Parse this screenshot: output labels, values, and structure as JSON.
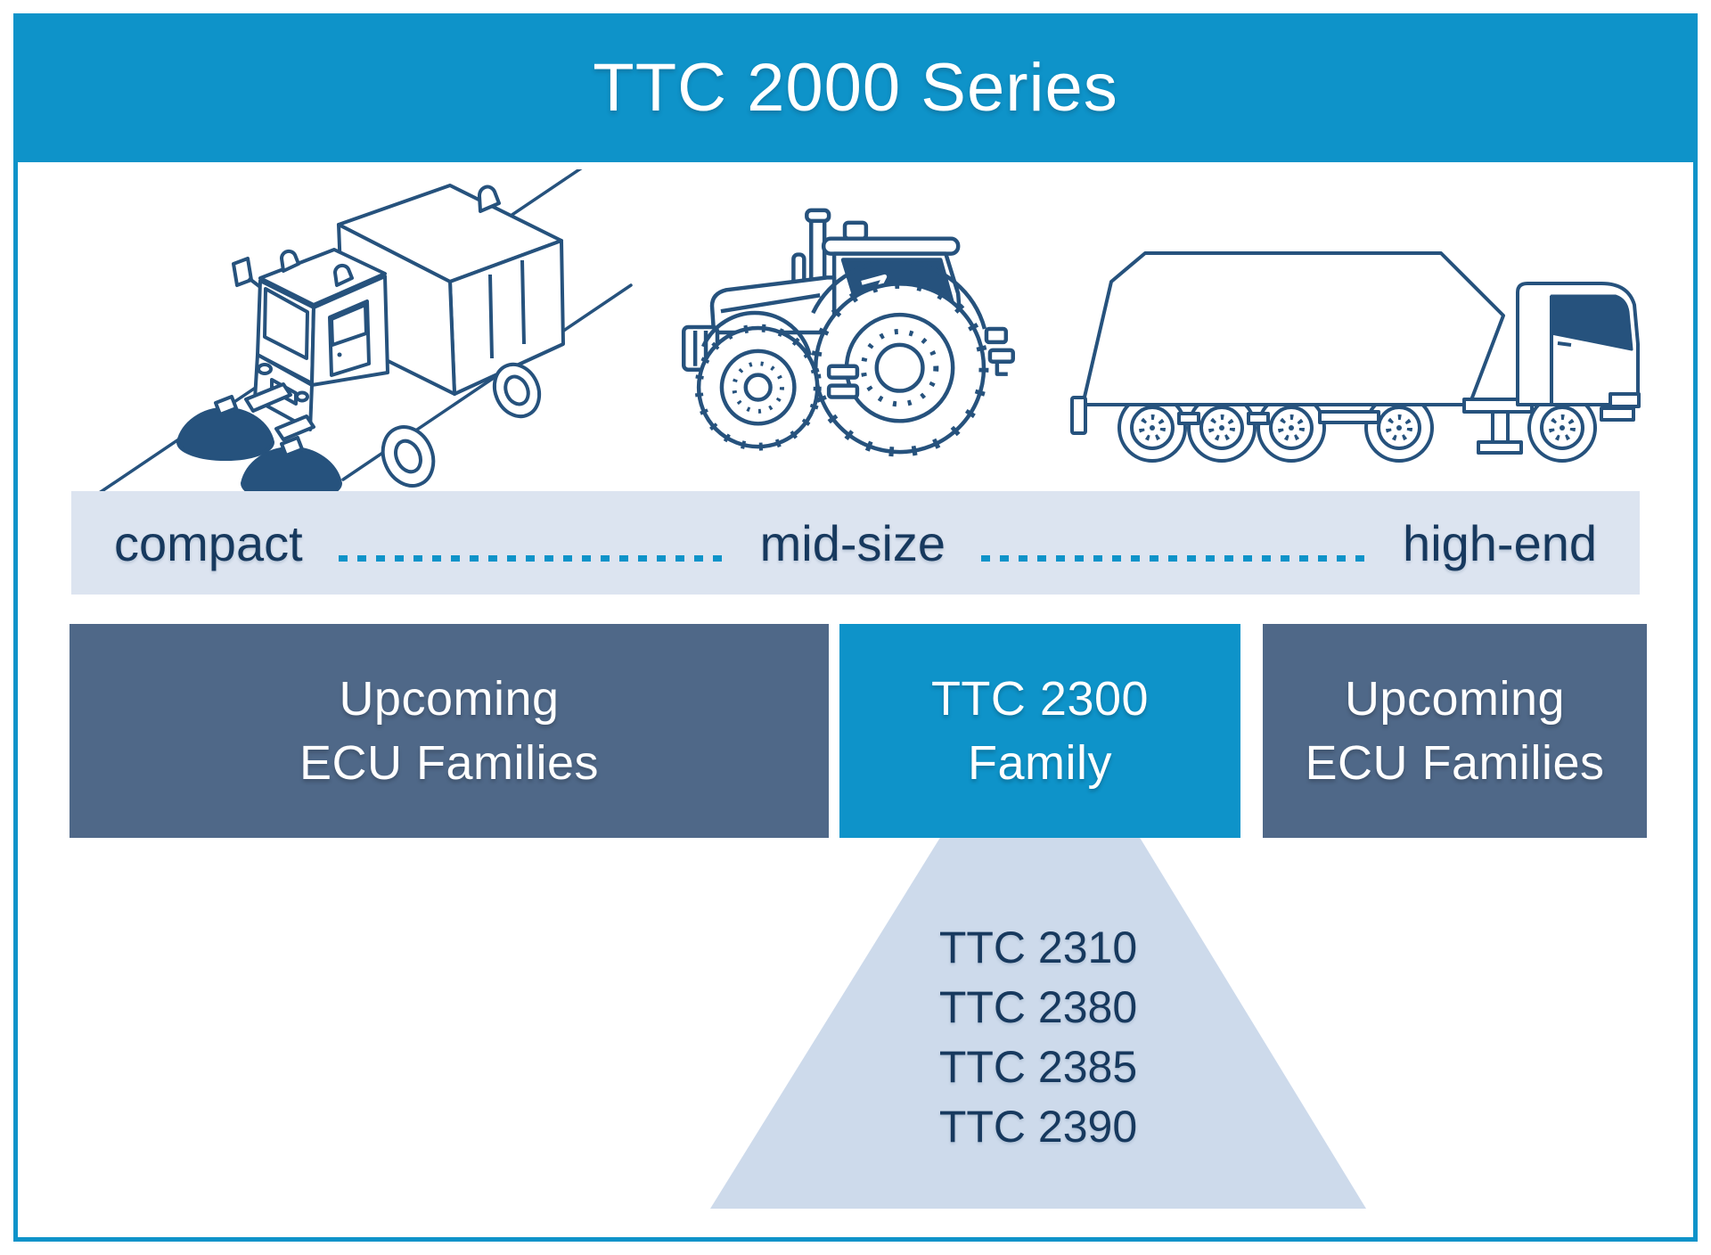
{
  "header": {
    "title": "TTC 2000 Series"
  },
  "vehicle_icons": [
    "street-sweeper",
    "tractor",
    "semi-trailer-truck"
  ],
  "scale_bar": {
    "labels": [
      "compact",
      "mid-size",
      "high-end"
    ]
  },
  "ecu_boxes": [
    {
      "lines": [
        "Upcoming",
        "ECU Families"
      ]
    },
    {
      "lines": [
        "TTC 2300",
        "Family"
      ]
    },
    {
      "lines": [
        "Upcoming",
        "ECU Families"
      ]
    }
  ],
  "family_models": [
    "TTC 2310",
    "TTC 2380",
    "TTC 2385",
    "TTC 2390"
  ],
  "colors": {
    "brand_blue": "#0E93C9",
    "slate_box": "#4F6888",
    "scale_band_bg": "#DCE4F0",
    "funnel_bg": "#CDDAEB",
    "navy_text": "#17395E",
    "line_art": "#26527D"
  }
}
